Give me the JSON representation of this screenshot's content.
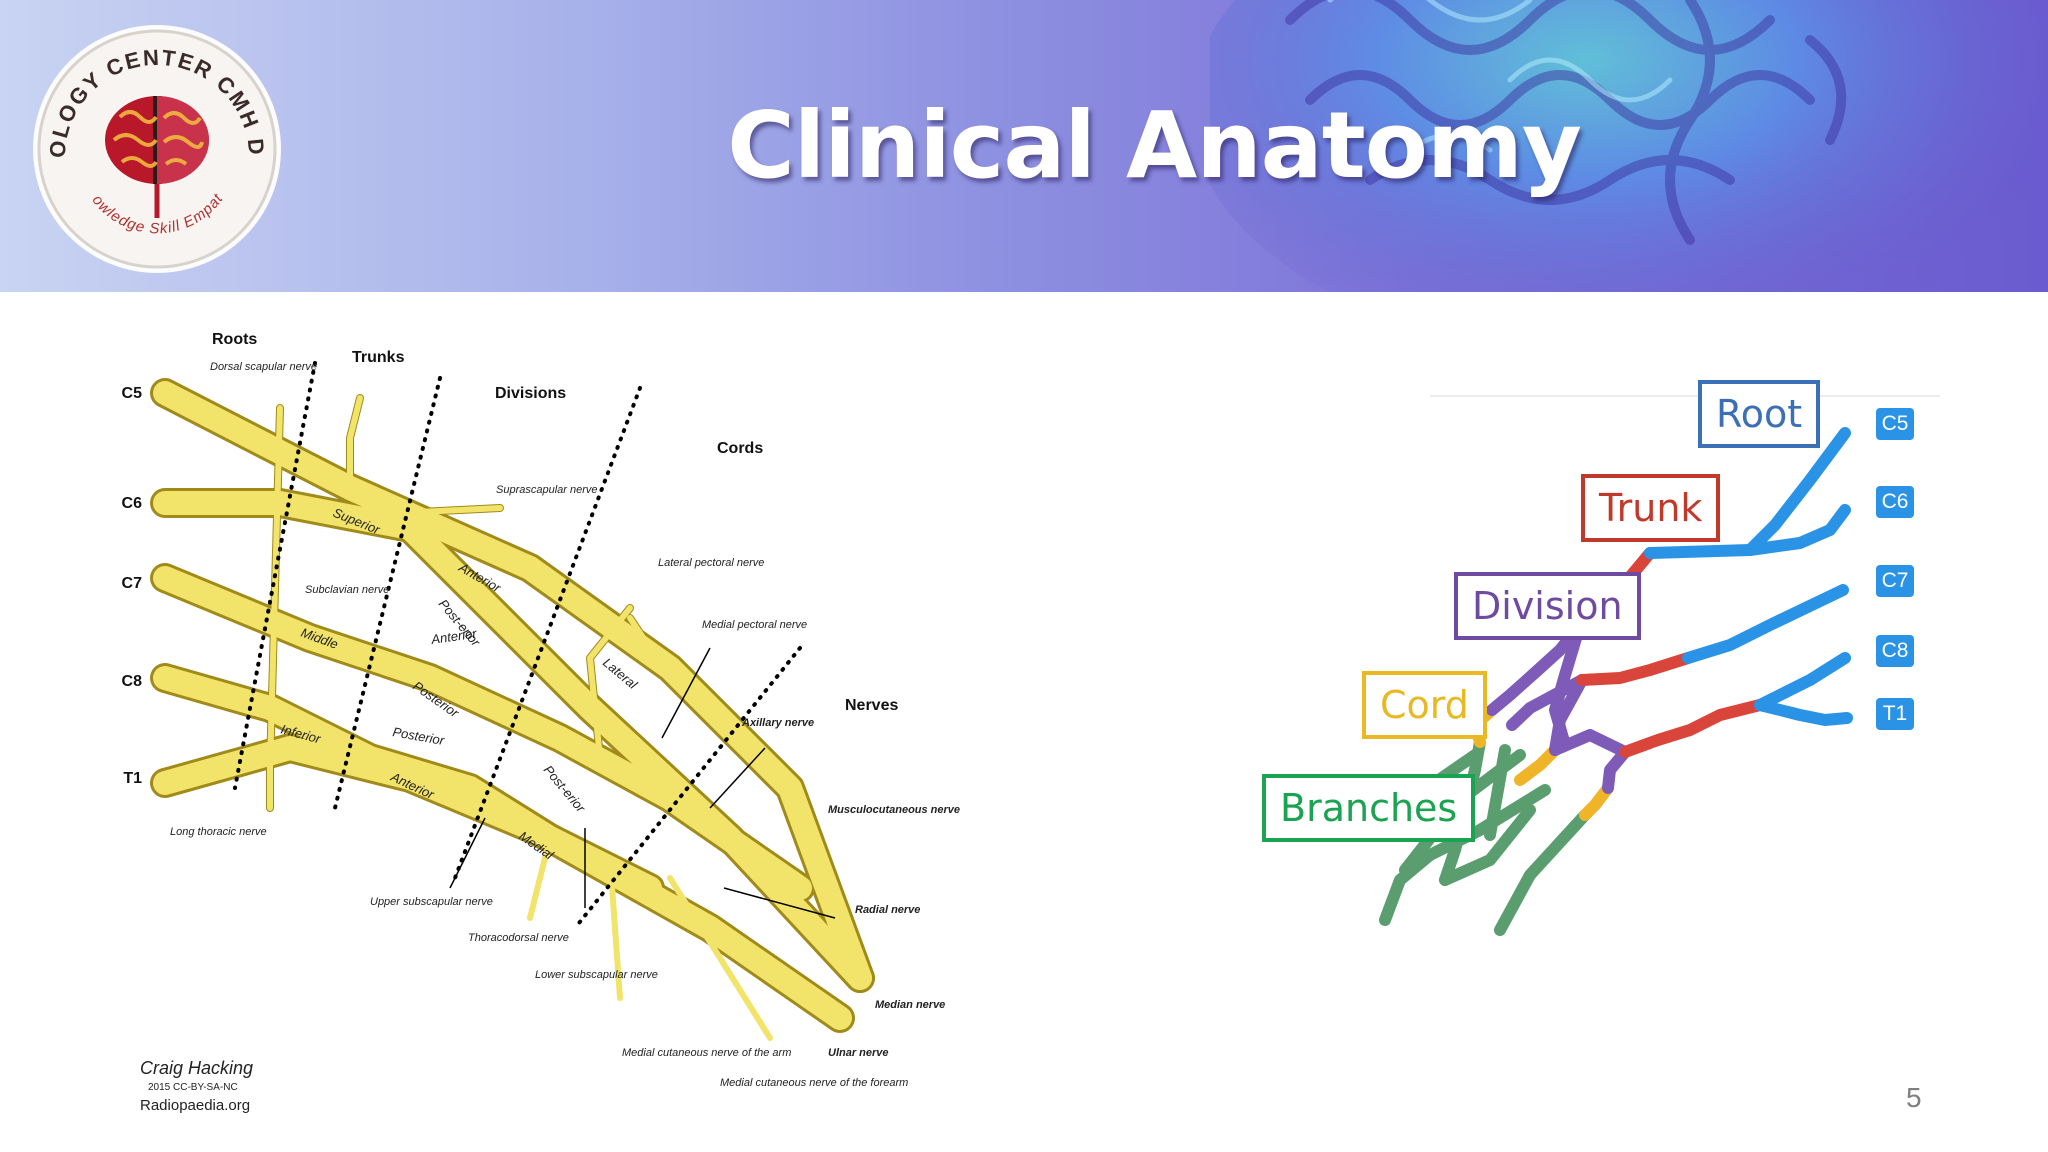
{
  "header": {
    "title": "Clinical Anatomy",
    "logo": {
      "ring_text": "NEUROLOGY CENTER CMH DHAKA",
      "motto": "Knowledge Skill Empathy"
    }
  },
  "left_diagram": {
    "headings": {
      "roots": "Roots",
      "trunks": "Trunks",
      "divisions": "Divisions",
      "cords": "Cords",
      "nerves": "Nerves"
    },
    "root_labels": [
      "C5",
      "C6",
      "C7",
      "C8",
      "T1"
    ],
    "structure_labels": {
      "superior": "Superior",
      "middle": "Middle",
      "inferior": "Inferior",
      "anterior_1": "Anterior",
      "posterior_1": "Post-erior",
      "anterior_2": "Anterior",
      "posterior_2": "Posterior",
      "posterior_3": "Posterior",
      "anterior_3": "Anterior",
      "lateral": "Lateral",
      "posterior_cord": "Post-erior",
      "medial": "Medial"
    },
    "nerve_labels": {
      "dorsal_scapular": "Dorsal scapular nerve",
      "suprascapular": "Suprascapular nerve",
      "subclavian": "Subclavian nerve",
      "long_thoracic": "Long thoracic nerve",
      "lateral_pectoral": "Lateral pectoral nerve",
      "medial_pectoral": "Medial pectoral nerve",
      "axillary": "Axillary nerve",
      "musculocutaneous": "Musculocutaneous nerve",
      "radial": "Radial nerve",
      "median": "Median nerve",
      "ulnar": "Ulnar nerve",
      "upper_subscapular": "Upper subscapular nerve",
      "thoracodorsal": "Thoracodorsal nerve",
      "lower_subscapular": "Lower subscapular nerve",
      "medial_cutaneous_arm": "Medial cutaneous nerve of the arm",
      "medial_cutaneous_forearm": "Medial cutaneous nerve of the forearm"
    },
    "credit": {
      "author": "Craig Hacking",
      "license": "2015 CC-BY-SA-NC",
      "site": "Radiopaedia.org"
    }
  },
  "right_diagram": {
    "labels": [
      {
        "text": "Root",
        "color": "#3b6fb6"
      },
      {
        "text": "Trunk",
        "color": "#c0392b"
      },
      {
        "text": "Division",
        "color": "#6e4aa0"
      },
      {
        "text": "Cord",
        "color": "#e8b923"
      },
      {
        "text": "Branches",
        "color": "#1aa350"
      }
    ],
    "root_tags": [
      "C5",
      "C6",
      "C7",
      "C8",
      "T1"
    ],
    "segment_colors": {
      "root": "#2a93e6",
      "trunk": "#d9453b",
      "division": "#7e5bb8",
      "cord": "#f0b429",
      "branch": "#5a9e6f"
    }
  },
  "page_number": "5"
}
